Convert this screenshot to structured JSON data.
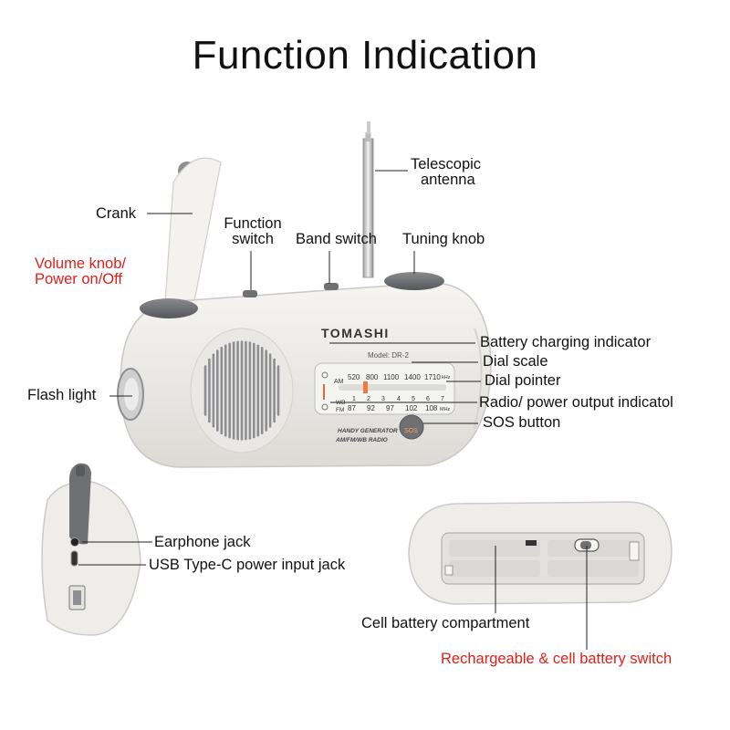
{
  "title": "Function Indication",
  "brand": "TOMASHI",
  "model": "Model: DR-2",
  "panel_text": [
    "HANDY GENERATOR",
    "AM/FM/WB RADIO"
  ],
  "sos_label": "SOS",
  "dial": {
    "am_label": "AM",
    "am_values": [
      "520",
      "800",
      "1100",
      "1400",
      "1710"
    ],
    "am_unit": "kHz",
    "channel_label": "WB",
    "channels": [
      "1",
      "2",
      "3",
      "4",
      "5",
      "6",
      "7"
    ],
    "fm_label": "FM",
    "fm_values": [
      "87",
      "92",
      "97",
      "102",
      "108"
    ],
    "fm_unit": "MHz"
  },
  "labels": {
    "telescopic_antenna_1": "Telescopic",
    "telescopic_antenna_2": "antenna",
    "crank": "Crank",
    "function_switch_1": "Function",
    "function_switch_2": "switch",
    "band_switch": "Band switch",
    "tuning_knob": "Tuning knob",
    "volume_knob_1": "Volume knob/",
    "volume_knob_2": "Power on/Off",
    "battery_charging_indicator": "Battery charging indicator",
    "dial_scale": "Dial scale",
    "dial_pointer": "Dial pointer",
    "radio_power_output_indicator": "Radio/ power output indicatol",
    "flash_light": "Flash light",
    "sos_button": "SOS button",
    "earphone_jack": "Earphone jack",
    "usb_type_c": "USB Type-C power input jack",
    "cell_battery_compartment": "Cell battery compartment",
    "battery_switch": "Rechargeable & cell battery switch"
  },
  "colors": {
    "body": "#efeeea",
    "accent_gray": "#6f7072",
    "label_red": "#e0201b",
    "pointer_orange": "#f07a3a"
  }
}
